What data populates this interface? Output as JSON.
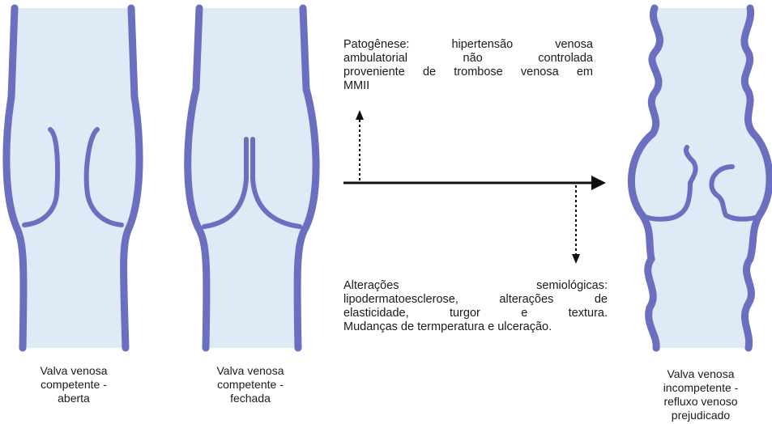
{
  "vein1_caption": [
    "Valva venosa",
    "competente -",
    "aberta"
  ],
  "vein2_caption": [
    "Valva venosa",
    "competente -",
    "fechada"
  ],
  "vein3_caption": [
    "Valva venosa",
    "incompetente -",
    "refluxo venoso",
    "prejudicado"
  ],
  "pathogenesis_text": [
    "Patogênese: hipertensão venosa",
    "ambulatorial não controlada",
    "proveniente de trombose venosa em",
    "MMII"
  ],
  "changes_text": [
    "Alterações semiológicas:",
    "lipodermatoesclerose, alterações de",
    "elasticidade, turgor e textura.",
    "Mudanças de termperatura e ulceração."
  ],
  "colors": {
    "vein_wall": "#6b6fc0",
    "vein_wall_edge": "#4a4ea0",
    "vein_lumen": "#deebf7",
    "arrow": "#111111"
  }
}
